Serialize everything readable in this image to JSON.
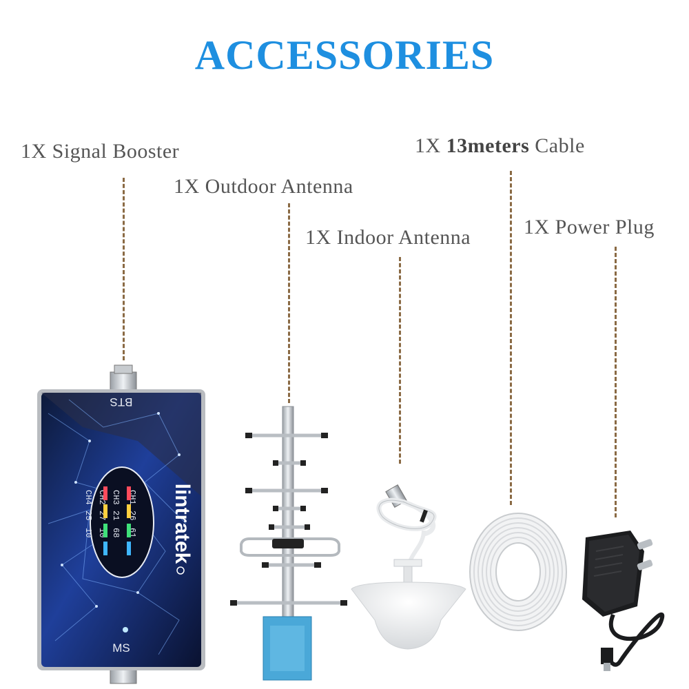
{
  "title": "ACCESSORIES",
  "labels": {
    "booster": "1X Signal Booster",
    "outdoor": "1X Outdoor Antenna",
    "indoor": "1X Indoor Antenna",
    "cable_prefix": "1X ",
    "cable_bold": "13meters",
    "cable_suffix": " Cable",
    "plug": "1X Power Plug"
  },
  "device": {
    "top_port": "BTS",
    "bottom_port": "MS",
    "brand": "lintratek",
    "channels": [
      {
        "name": "CH1",
        "values": [
          "26",
          "61"
        ]
      },
      {
        "name": "CH2",
        "values": [
          "27",
          "10"
        ]
      },
      {
        "name": "CH3",
        "values": [
          "21",
          "68"
        ]
      },
      {
        "name": "CH4",
        "values": [
          "25",
          "10"
        ]
      }
    ]
  },
  "colors": {
    "title": "#1e8fe0",
    "label": "#555555",
    "dash": "#8a6a44",
    "device_dark": "#0d1a3a",
    "device_blue": "#1f3f9a"
  }
}
